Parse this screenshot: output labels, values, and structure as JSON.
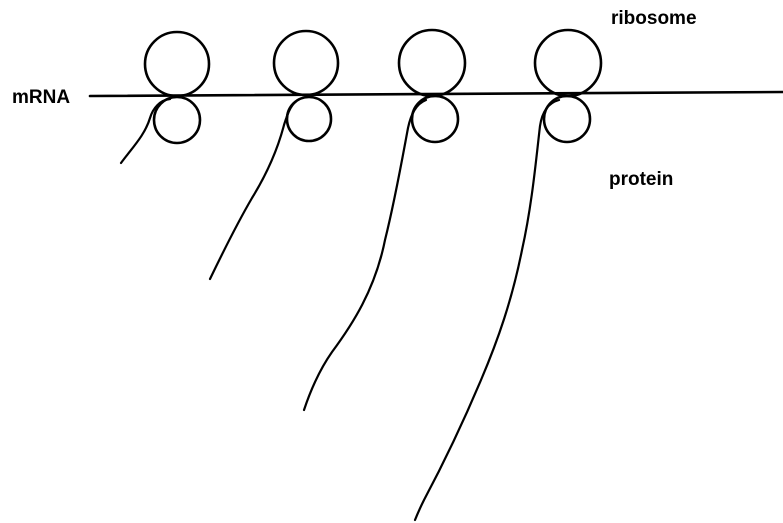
{
  "labels": {
    "mrna": "mRNA",
    "ribosome": "ribosome",
    "protein": "protein"
  },
  "colors": {
    "background": "#ffffff",
    "ink": "#000000"
  },
  "diagram": {
    "ribosome_count": 4,
    "ribosomes": [
      {
        "name": "ribosome-1",
        "protein_chain": "short"
      },
      {
        "name": "ribosome-2",
        "protein_chain": "medium"
      },
      {
        "name": "ribosome-3",
        "protein_chain": "long"
      },
      {
        "name": "ribosome-4",
        "protein_chain": "longest"
      }
    ]
  }
}
